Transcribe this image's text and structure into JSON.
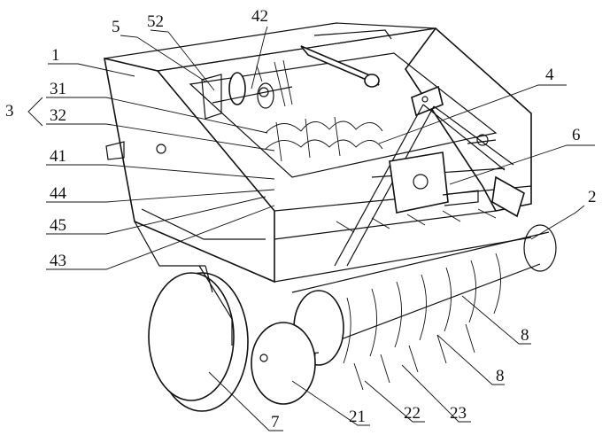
{
  "figure": {
    "labels": {
      "l1": "1",
      "l2": "2",
      "l3": "3",
      "l4": "4",
      "l5": "5",
      "l6": "6",
      "l7": "7",
      "l8a": "8",
      "l8b": "8",
      "l21": "21",
      "l22": "22",
      "l23": "23",
      "l31": "31",
      "l32": "32",
      "l41": "41",
      "l42": "42",
      "l43": "43",
      "l44": "44",
      "l45": "45",
      "l52": "52"
    }
  }
}
